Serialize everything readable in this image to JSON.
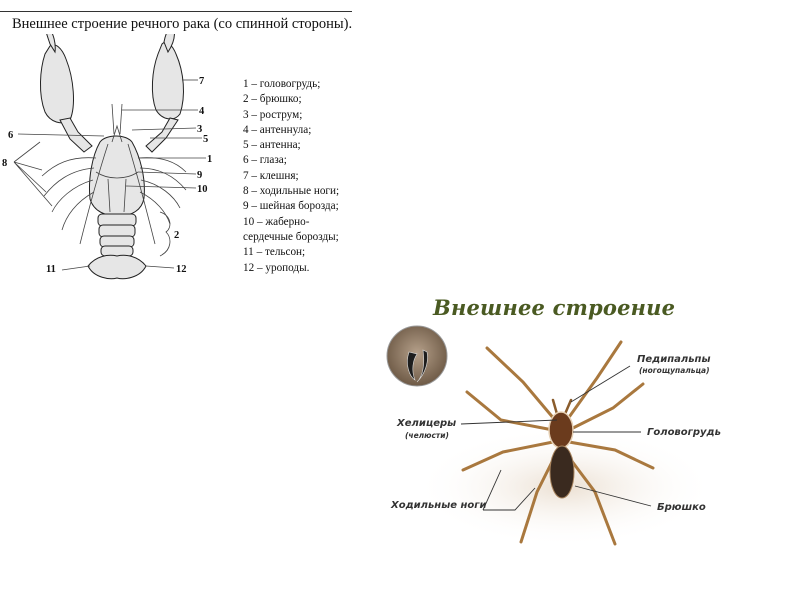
{
  "crayfish": {
    "title": "Внешнее строение речного рака (со спинной стороны).",
    "numbers": [
      "1",
      "2",
      "3",
      "4",
      "5",
      "6",
      "7",
      "8",
      "9",
      "10",
      "11",
      "12"
    ],
    "legend": [
      "1 – головогрудь;",
      "2 – брюшко;",
      "3 – рострум;",
      "4 – антеннула;",
      "5 – антенна;",
      "6 – глаза;",
      "7 – клешня;",
      "8 – ходильные ноги;",
      "9 – шейная борозда;",
      "10 – жаберно-",
      "сердечные борозды;",
      "11 – тельсон;",
      "12 – уроподы."
    ]
  },
  "spider": {
    "title": "Внешнее строение",
    "labels": {
      "pedipalps": "Педипальпы",
      "pedipalps_note": "(ногощупальца)",
      "chelicerae": "Хелицеры",
      "chelicerae_note": "(челюсти)",
      "cephalothorax": "Головогрудь",
      "walking_legs": "Ходильные ноги",
      "abdomen": "Брюшко"
    }
  }
}
